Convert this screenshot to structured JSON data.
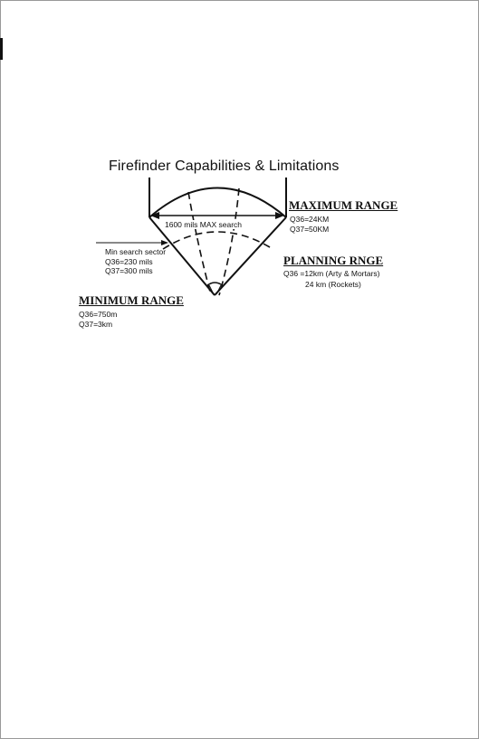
{
  "title": "Firefinder Capabilities & Limitations",
  "max_search_label": "1600 mils MAX search",
  "maximum_range": {
    "heading": "MAXIMUM RANGE",
    "q36": "Q36=24KM",
    "q37": "Q37=50KM"
  },
  "planning_range": {
    "heading": "PLANNING RNGE",
    "q36": "Q36 =12km (Arty & Mortars)",
    "rockets": "24 km (Rockets)"
  },
  "minimum_range": {
    "heading": "MINIMUM RANGE",
    "q36": "Q36=750m",
    "q37": "Q37=3km"
  },
  "min_search_sector": {
    "label": "Min search sector",
    "q36": "Q36=230 mils",
    "q37": "Q37=300 mils"
  }
}
